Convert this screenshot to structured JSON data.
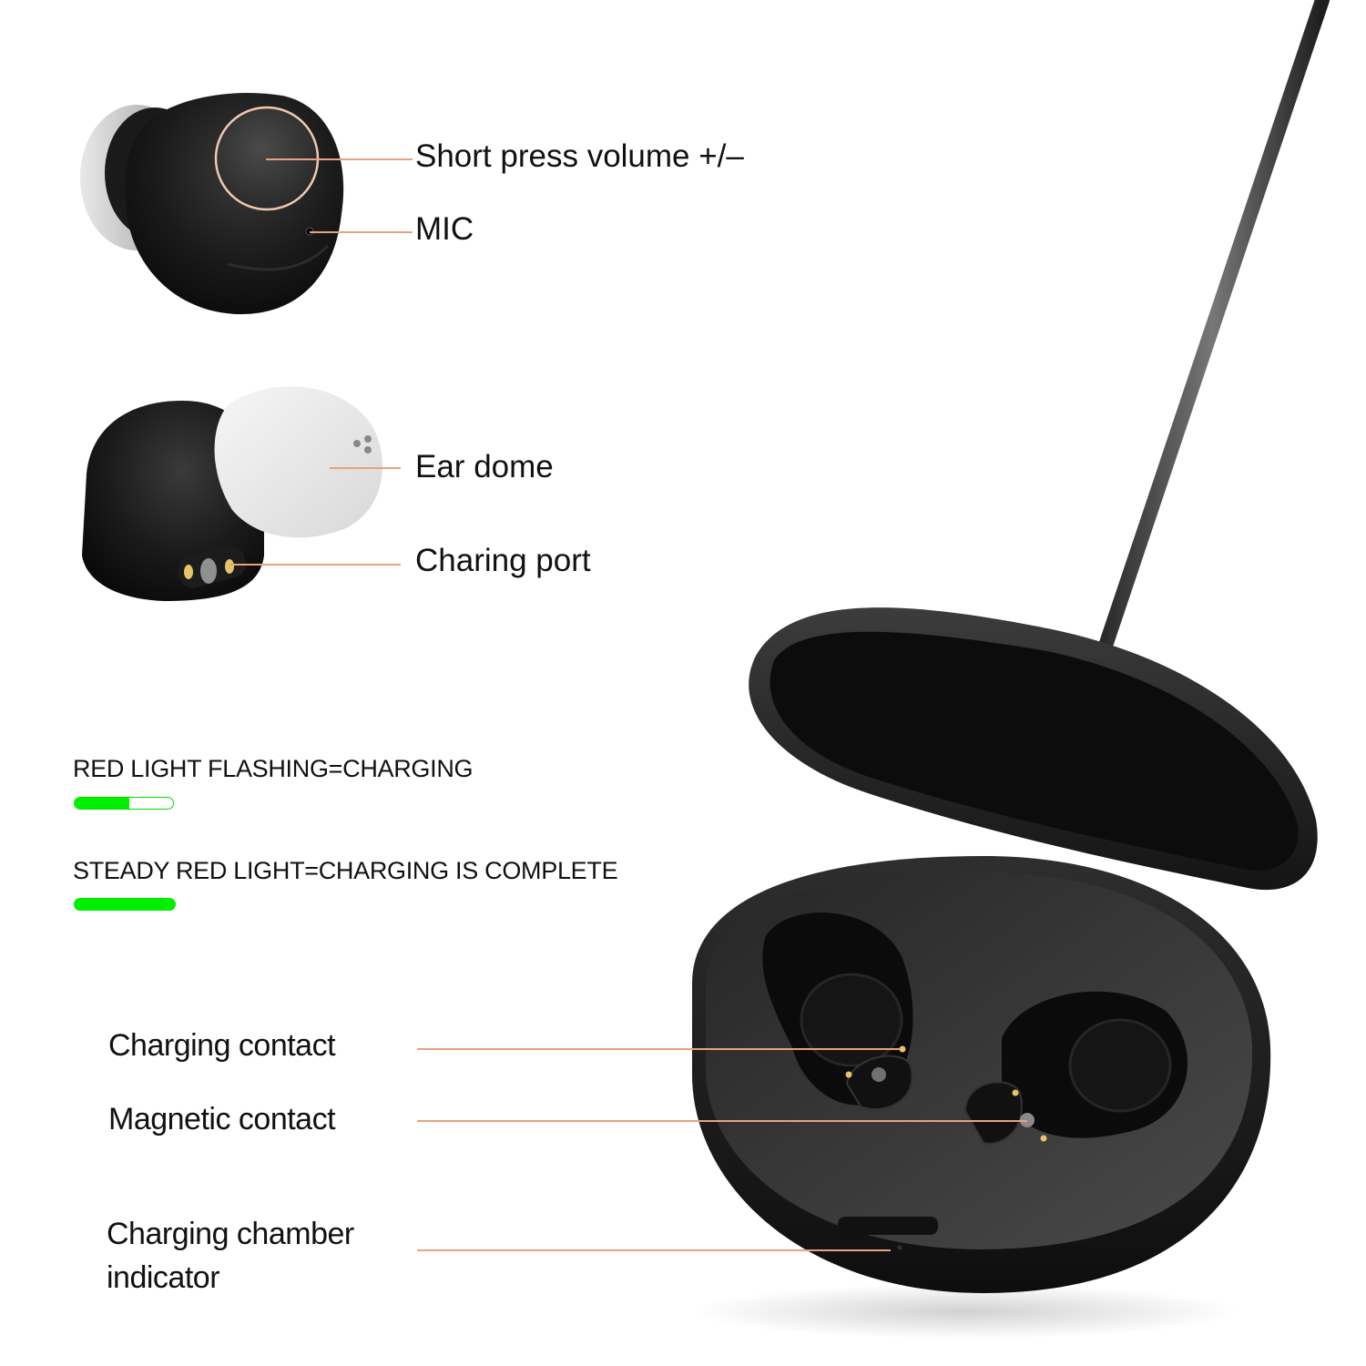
{
  "colors": {
    "callout_line": "#e9a182",
    "indicator_green": "#00ee00",
    "product_black": "#1c1c1c",
    "background": "#ffffff"
  },
  "earbud_top": {
    "labels": {
      "volume": "Short press volume +/–",
      "mic": "MIC"
    }
  },
  "earbud_side": {
    "labels": {
      "ear_dome": "Ear dome",
      "charging_port": "Charing port"
    }
  },
  "indicators": [
    {
      "text": "RED LIGHT FLASHING=CHARGING",
      "bar_type": "partial",
      "fill_percent": 55
    },
    {
      "text": "STEADY RED LIGHT=CHARGING IS COMPLETE",
      "bar_type": "full",
      "fill_percent": 100
    }
  ],
  "case": {
    "labels": {
      "charging_contact": "Charging contact",
      "magnetic_contact": "Magnetic contact",
      "chamber_indicator_line1": "Charging chamber",
      "chamber_indicator_line2": "indicator"
    }
  }
}
